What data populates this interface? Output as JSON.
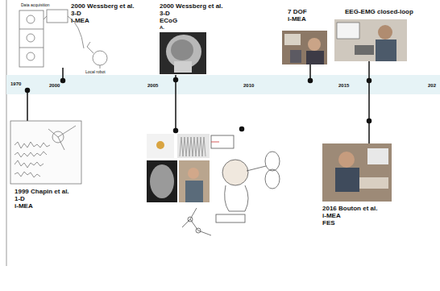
{
  "diagram": {
    "labels": [
      "2000 Wessberg et al.",
      "3-D",
      "i-MEA",
      "2000 Wessberg et al.",
      "3-D",
      "ECoG",
      "7 DOF",
      "i-MEA",
      "EEG-EMG closed-loop",
      "1970",
      "2000",
      "2005",
      "2010",
      "2015",
      "202",
      "1999 Chapin et al.",
      "1-D",
      "i-MEA",
      "2016 Bouton et al.",
      "i-MEA",
      "FES",
      "Data acquisition",
      "Local robot",
      "A."
    ]
  }
}
